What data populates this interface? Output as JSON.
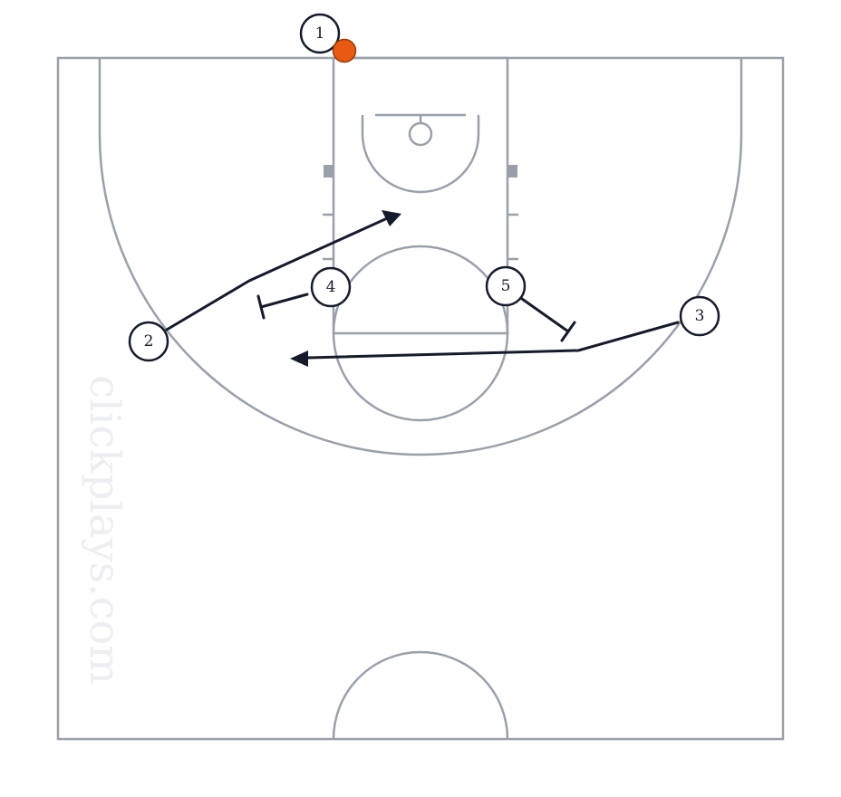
{
  "watermark": "clickplays.com",
  "colors": {
    "court_lines": "#9aa0aa",
    "play_lines": "#151b2b",
    "ball": "#e85a12",
    "ball_outline": "#9a3a0a",
    "watermark": "#eceef1"
  },
  "players": [
    {
      "id": "1",
      "label": "1",
      "has_ball": true
    },
    {
      "id": "2",
      "label": "2"
    },
    {
      "id": "3",
      "label": "3"
    },
    {
      "id": "4",
      "label": "4"
    },
    {
      "id": "5",
      "label": "5"
    }
  ],
  "actions": [
    {
      "type": "cut",
      "player": "2"
    },
    {
      "type": "cut",
      "player": "3"
    },
    {
      "type": "screen",
      "player": "4"
    },
    {
      "type": "screen",
      "player": "5"
    }
  ]
}
